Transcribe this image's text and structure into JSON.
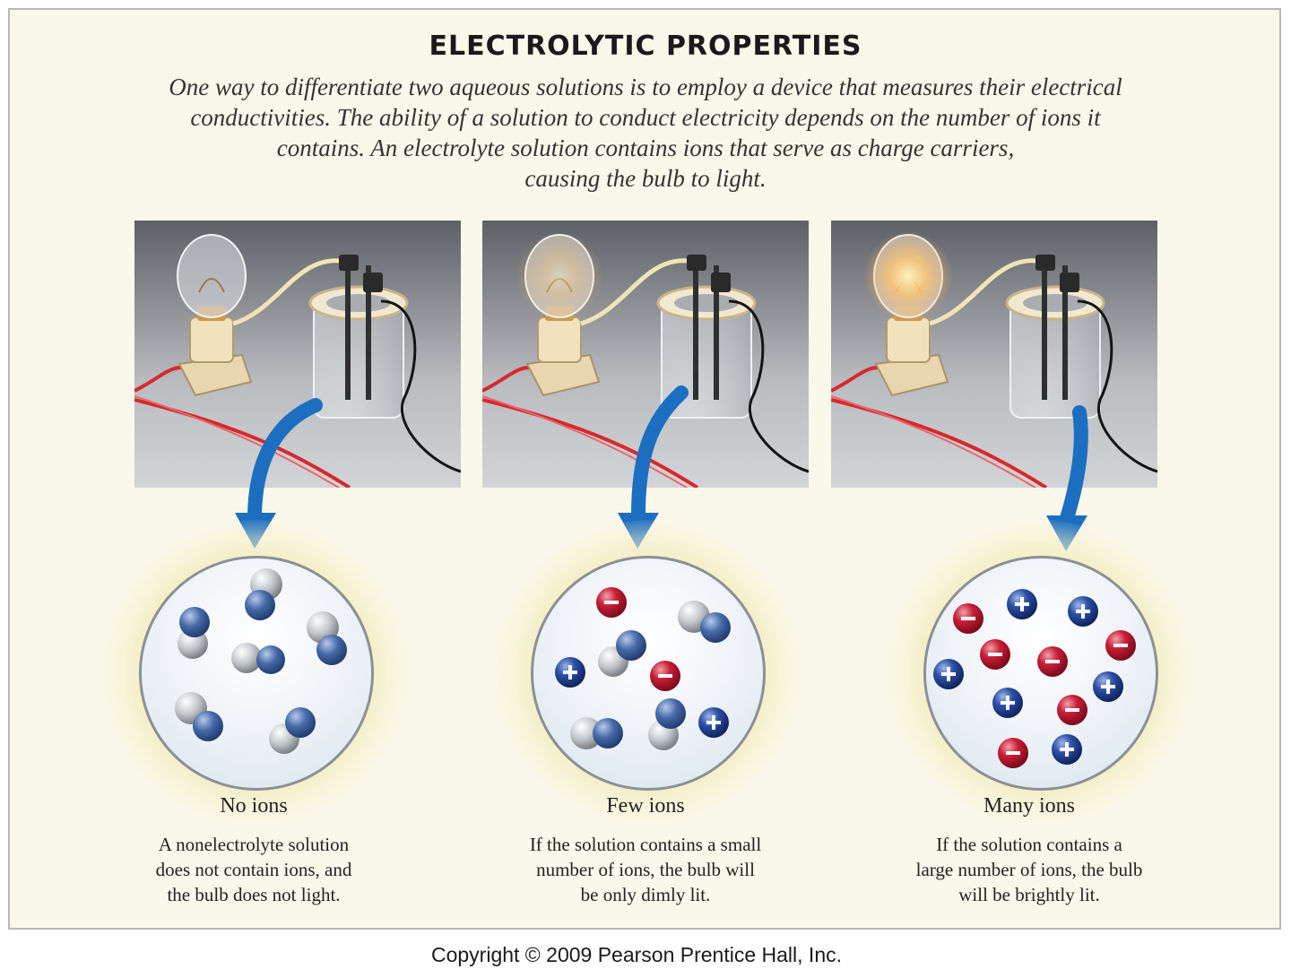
{
  "title": "ELECTROLYTIC PROPERTIES",
  "intro": {
    "line1": "One way to differentiate two aqueous solutions is to employ a device that measures their electrical",
    "line2": "conductivities. The ability of a solution to conduct electricity depends on the number of ions it",
    "line3": "contains. An electrolyte solution contains ions that serve as charge carriers,",
    "line4": "causing the bulb to light."
  },
  "panels": [
    {
      "label": "No ions",
      "desc1": "A nonelectrolyte solution",
      "desc2": "does not contain ions, and",
      "desc3": "the bulb does not light.",
      "bulb_glow": 0.0
    },
    {
      "label": "Few ions",
      "desc1": "If the solution contains a small",
      "desc2": "number of ions, the bulb will",
      "desc3": "be only dimly lit.",
      "bulb_glow": 0.45
    },
    {
      "label": "Many ions",
      "desc1": "If the solution contains a",
      "desc2": "large number of ions, the bulb",
      "desc3": "will be brightly lit.",
      "bulb_glow": 1.0
    }
  ],
  "legend_colors": {
    "cation": "#1f3f8f",
    "anion": "#c0152e",
    "molecule_dark": "#3d5d96",
    "molecule_light": "#b7bbbf",
    "arrow": "#1c6fc0"
  },
  "copyright": "Copyright © 2009 Pearson Prentice Hall, Inc."
}
